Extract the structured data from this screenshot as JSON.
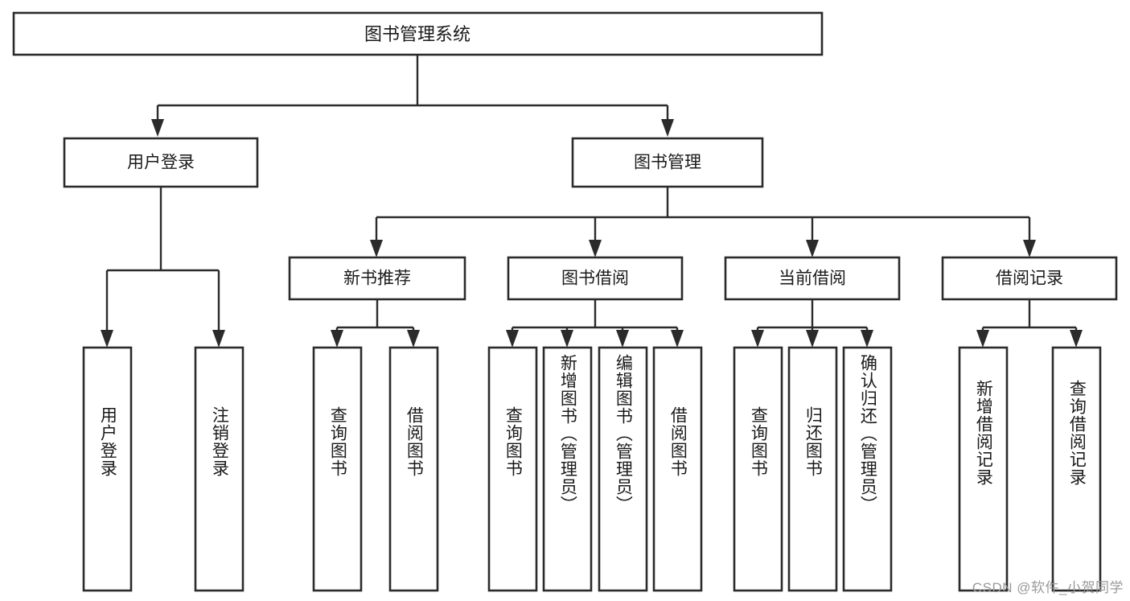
{
  "diagram": {
    "type": "tree-hierarchy",
    "title": "图书管理系统",
    "watermark": "CSDN @软件_小贺同学",
    "colors": {
      "stroke": "#2b2b2b",
      "fill": "#ffffff",
      "text": "#1a1a1a",
      "watermark": "#9a9a9a",
      "background": "#ffffff"
    },
    "root": {
      "label": "图书管理系统"
    },
    "level2": [
      {
        "label": "用户登录"
      },
      {
        "label": "图书管理"
      }
    ],
    "level3": [
      {
        "label": "新书推荐"
      },
      {
        "label": "图书借阅"
      },
      {
        "label": "当前借阅"
      },
      {
        "label": "借阅记录"
      }
    ],
    "leaves": {
      "user_login": [
        {
          "label": "用户登录"
        },
        {
          "label": "注销登录"
        }
      ],
      "new_book_recommend": [
        {
          "label": "查询图书"
        },
        {
          "label": "借阅图书"
        }
      ],
      "book_borrow": [
        {
          "label": "查询图书"
        },
        {
          "label": "新增图书（管理员）"
        },
        {
          "label": "编辑图书（管理员）"
        },
        {
          "label": "借阅图书"
        }
      ],
      "current_borrow": [
        {
          "label": "查询图书"
        },
        {
          "label": "归还图书"
        },
        {
          "label": "确认归还（管理员）"
        }
      ],
      "borrow_record": [
        {
          "label": "新增借阅记录"
        },
        {
          "label": "查询借阅记录"
        }
      ]
    }
  }
}
